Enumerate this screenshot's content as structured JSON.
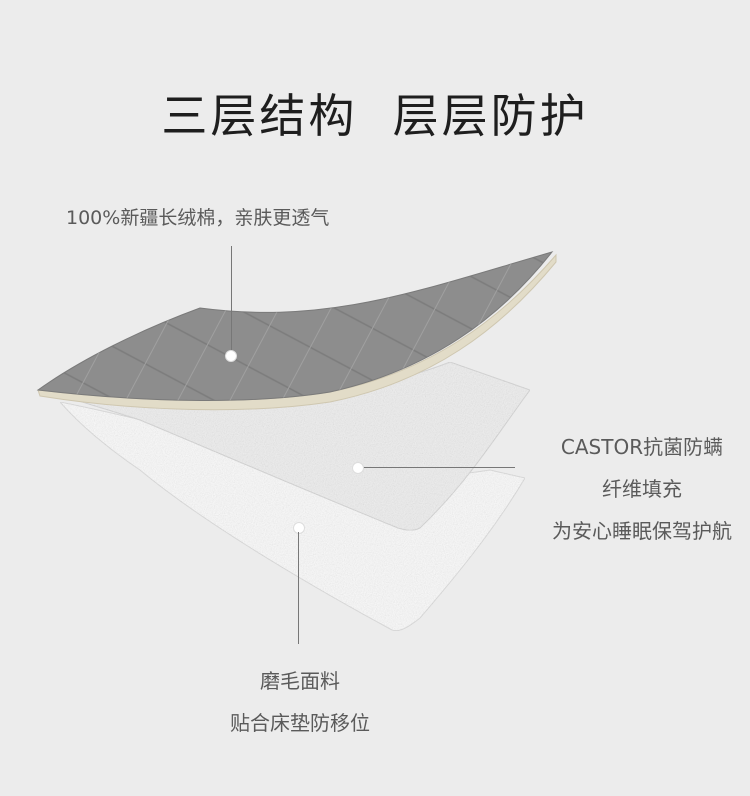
{
  "title": "三层结构  层层防护",
  "layers": {
    "top": {
      "text": "100%新疆长绒棉，亲肤更透气"
    },
    "middle": {
      "lines": [
        "CASTOR抗菌防螨",
        "纤维填充",
        "为安心睡眠保驾护航"
      ]
    },
    "bottom": {
      "lines": [
        "磨毛面料",
        "贴合床垫防移位"
      ]
    }
  },
  "colors": {
    "background": "#ececec",
    "top_layer": "#8d8d8d",
    "middle_layer": "#f3f3f3",
    "bottom_layer": "#fafafa",
    "text": "#5a5a5a",
    "title": "#1e1e1e"
  }
}
